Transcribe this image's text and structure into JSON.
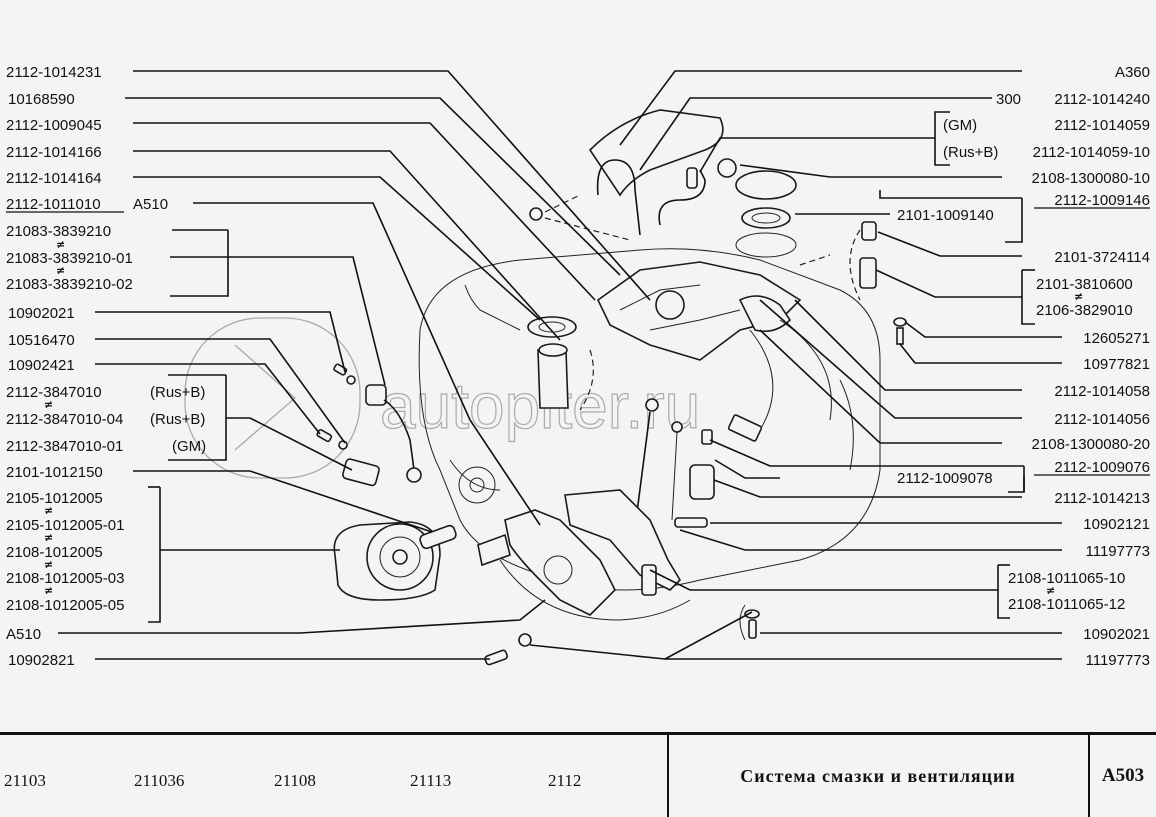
{
  "page": {
    "title": "Система смазки и вентиляции",
    "page_code": "A503",
    "models": [
      "21103",
      "211036",
      "21108",
      "21113",
      "2112"
    ]
  },
  "watermark": {
    "text": "autopiter.ru"
  },
  "left_callouts": {
    "l1": "2112-1014231",
    "l2": "10168590",
    "l3": "2112-1009045",
    "l4": "2112-1014166",
    "l5": "2112-1014164",
    "l6_part": "2112-1011010",
    "l6_ref": "A510",
    "g1": [
      "21083-3839210",
      "21083-3839210-01",
      "21083-3839210-02"
    ],
    "l7": "10902021",
    "l8": "10516470",
    "l9": "10902421",
    "g2": [
      {
        "part": "2112-3847010",
        "variant": "(Rus+B)"
      },
      {
        "part": "2112-3847010-04",
        "variant": "(Rus+B)"
      },
      {
        "part": "2112-3847010-01",
        "variant": "(GM)"
      }
    ],
    "l10": "2101-1012150",
    "g3": [
      "2105-1012005",
      "2105-1012005-01",
      "2108-1012005",
      "2108-1012005-03",
      "2108-1012005-05"
    ],
    "l11": "A510",
    "l12": "10902821"
  },
  "right_callouts": {
    "r1": "A360",
    "r2_qty": "300",
    "r2_part": "2112-1014240",
    "g4": [
      {
        "variant": "(GM)",
        "part": "2112-1014059"
      },
      {
        "variant": "(Rus+B)",
        "part": "2112-1014059-10"
      }
    ],
    "r3": "2108-1300080-10",
    "r4_assembly": "2112-1009146",
    "r4_part": "2101-1009140",
    "r5": "2101-3724114",
    "g5": [
      "2101-3810600",
      "2106-3829010"
    ],
    "r6": "12605271",
    "r7": "10977821",
    "r8": "2112-1014058",
    "r9": "2112-1014056",
    "r10": "2108-1300080-20",
    "r11_assembly": "2112-1009076",
    "r11_part": "2112-1009078",
    "r12": "2112-1014213",
    "r13": "10902121",
    "r14": "11197773",
    "g6": [
      "2108-1011065-10",
      "2108-1011065-12"
    ],
    "r15": "10902021",
    "r16": "11197773"
  },
  "symbols": {
    "not_interchangeable": "≠"
  }
}
